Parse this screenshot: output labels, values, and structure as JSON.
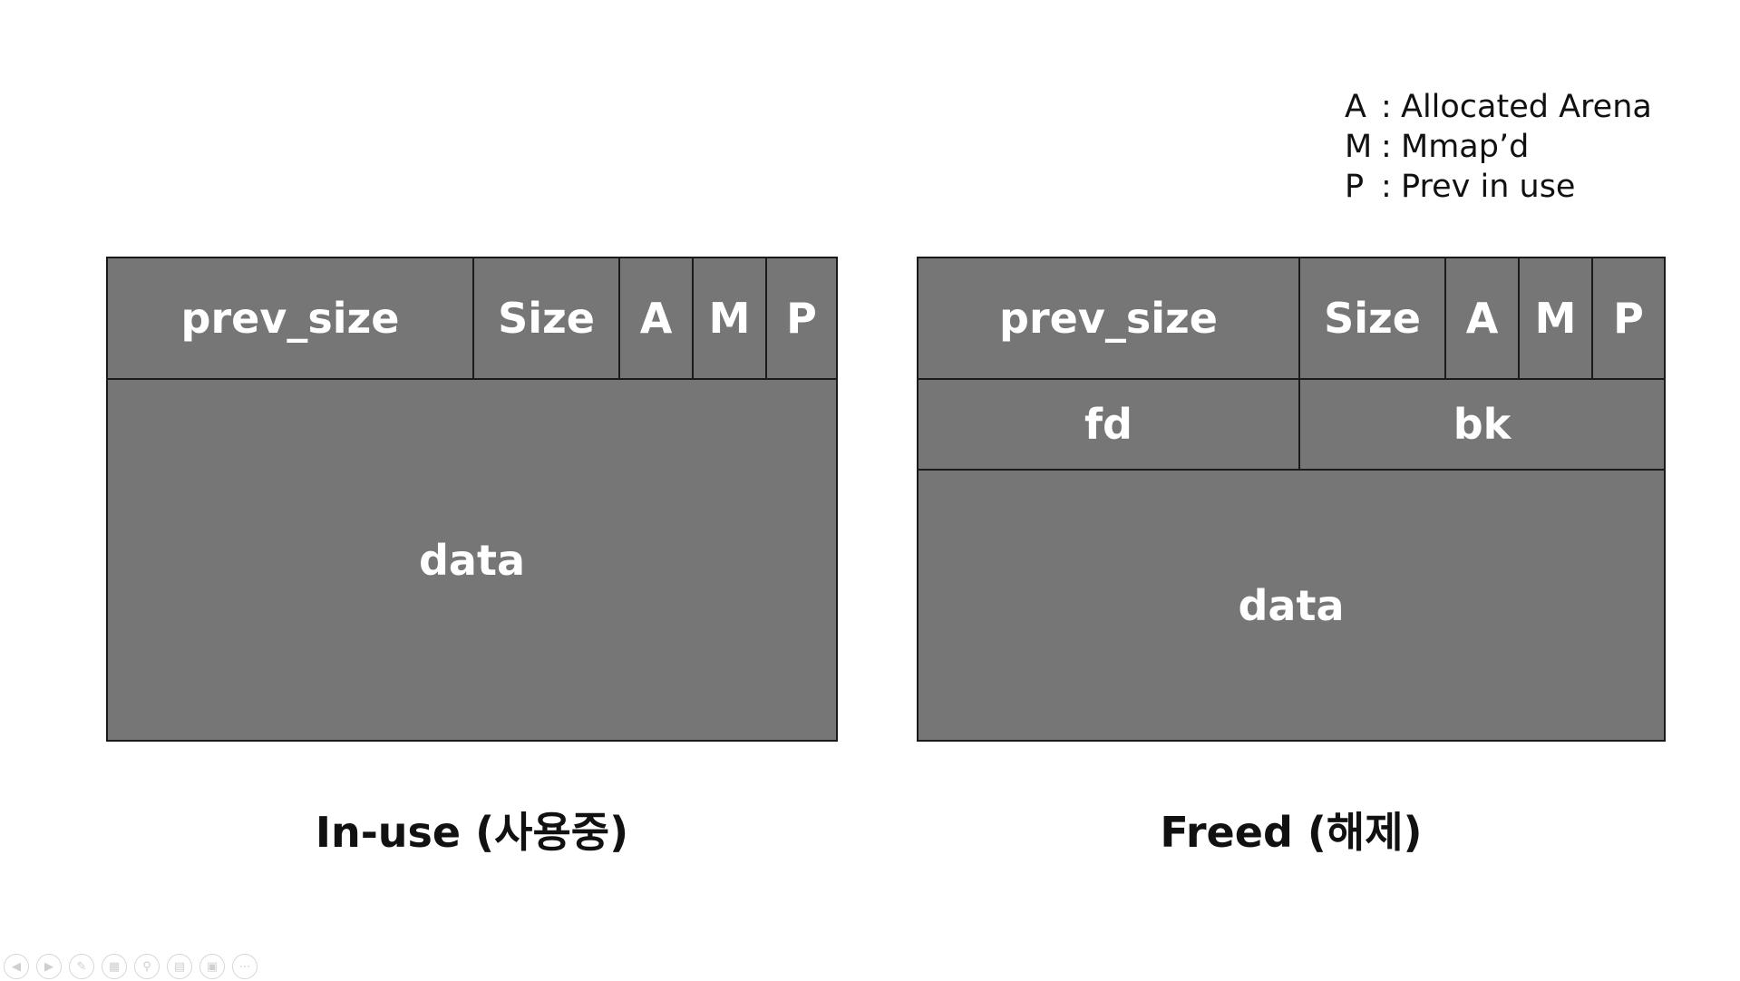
{
  "legend": [
    {
      "key": "A",
      "sep": ":",
      "text": "Allocated Arena"
    },
    {
      "key": "M",
      "sep": ":",
      "text": "Mmap’d"
    },
    {
      "key": "P",
      "sep": ":",
      "text": "Prev in use"
    }
  ],
  "inuse": {
    "prev_size": "prev_size",
    "size": "Size",
    "a": "A",
    "m": "M",
    "p": "P",
    "data": "data",
    "caption": "In-use (사용중)"
  },
  "freed": {
    "prev_size": "prev_size",
    "size": "Size",
    "a": "A",
    "m": "M",
    "p": "P",
    "fd": "fd",
    "bk": "bk",
    "data": "data",
    "caption": "Freed (해제)"
  },
  "colors": {
    "cell_fill": "#767676",
    "border": "#1a1a1a",
    "cell_text": "#ffffff"
  },
  "toolbar": [
    {
      "icon": "previous-slide-icon"
    },
    {
      "icon": "next-slide-icon"
    },
    {
      "icon": "pen-icon"
    },
    {
      "icon": "slides-grid-icon"
    },
    {
      "icon": "zoom-icon"
    },
    {
      "icon": "subtitles-icon"
    },
    {
      "icon": "camera-off-icon"
    },
    {
      "icon": "more-options-icon"
    }
  ]
}
